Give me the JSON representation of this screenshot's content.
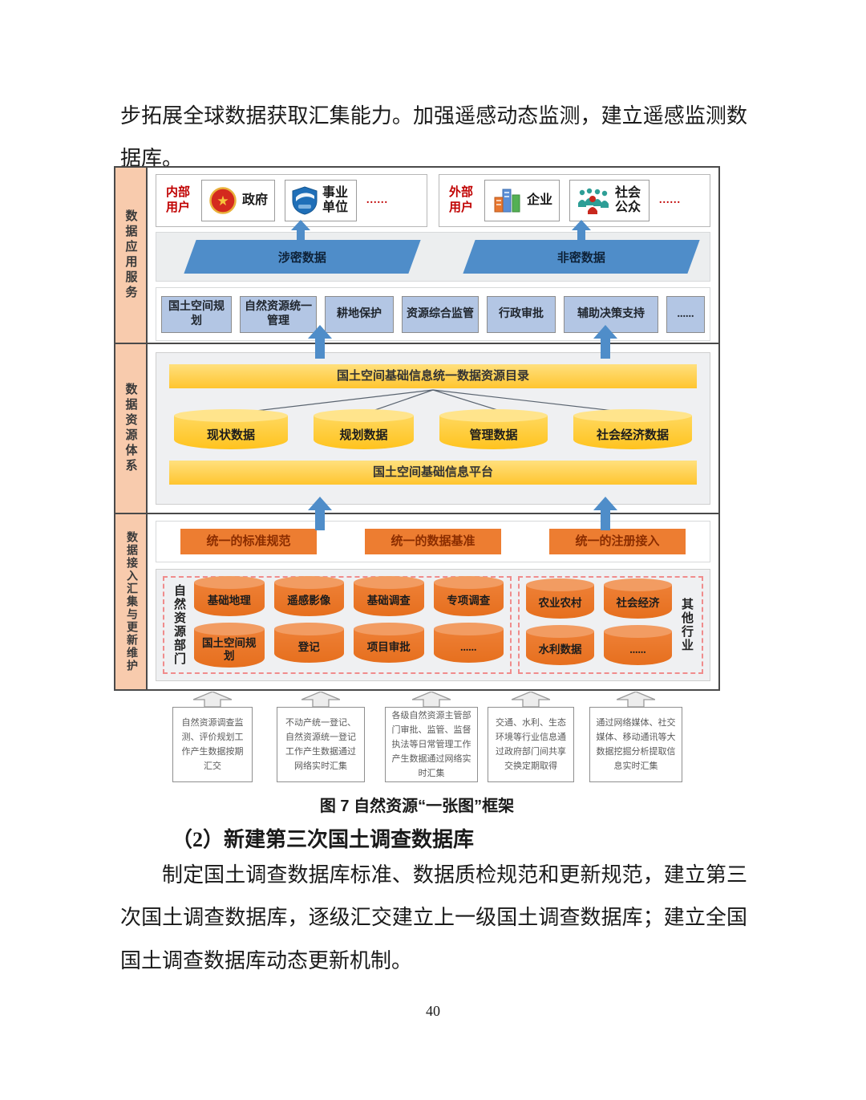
{
  "page": {
    "intro": "步拓展全球数据获取汇集能力。加强遥感动态监测，建立遥感监测数据库。",
    "caption": "图 7  自然资源“一张图”框架",
    "heading": "（2）新建第三次国土调查数据库",
    "para": "制定国土调查数据库标准、数据质检规范和更新规范，建立第三次国土调查数据库，逐级汇交建立上一级国土调查数据库；建立全国国土调查数据库动态更新机制。",
    "page_number": "40"
  },
  "figure": {
    "sections": [
      {
        "label": "数据应用服务"
      },
      {
        "label": "数据资源体系"
      },
      {
        "label": "数据接入汇集与更新维护"
      }
    ],
    "users": {
      "internal": {
        "label": "内部用户",
        "items": [
          {
            "name": "政府",
            "icon": "gov-emblem-icon"
          },
          {
            "name": "事业单位",
            "icon": "institution-badge-icon"
          }
        ],
        "more": "......"
      },
      "external": {
        "label": "外部用户",
        "items": [
          {
            "name": "企业",
            "icon": "enterprise-buildings-icon"
          },
          {
            "name": "社会公众",
            "icon": "public-people-icon"
          }
        ],
        "more": "......"
      }
    },
    "data_bands": {
      "classified": "涉密数据",
      "unclassified": "非密数据"
    },
    "applications": [
      "国土空间规划",
      "自然资源统一管理",
      "耕地保护",
      "资源综合监管",
      "行政审批",
      "辅助决策支持",
      "......"
    ],
    "resource": {
      "catalog_bar": "国土空间基础信息统一数据资源目录",
      "cylinders": [
        "现状数据",
        "规划数据",
        "管理数据",
        "社会经济数据"
      ],
      "platform_bar": "国土空间基础信息平台"
    },
    "unified": [
      "统一的标准规范",
      "统一的数据基准",
      "统一的注册接入"
    ],
    "ingest": {
      "left_group_label": "自然资源部门",
      "left_row1": [
        "基础地理",
        "遥感影像",
        "基础调查",
        "专项调查"
      ],
      "left_row2": [
        "国土空间规划",
        "登记",
        "项目审批",
        "......"
      ],
      "right_group_label": "其他行业",
      "right_row1": [
        "农业农村",
        "社会经济"
      ],
      "right_row2": [
        "水利数据",
        "......"
      ]
    },
    "source_notes": [
      "自然资源调查监测、评价规划工作产生数据按期汇交",
      "不动产统一登记、自然资源统一登记工作产生数据通过网络实时汇集",
      "各级自然资源主管部门审批、监管、监督执法等日常管理工作产生数据通过网络实时汇集",
      "交通、水利、生态环境等行业信息通过政府部门间共享交换定期取得",
      "通过网络媒体、社交媒体、移动通讯等大数据挖掘分析提取信息实时汇集"
    ],
    "colors": {
      "accent_blue": "#4F8DC9",
      "app_box_blue": "#B3C6E4",
      "gold": "#FFC52F",
      "orange": "#ED7D31",
      "red_label": "#C00000",
      "sidebar_peach": "#F8CBAD",
      "dashed_red": "#F08C8C"
    }
  }
}
